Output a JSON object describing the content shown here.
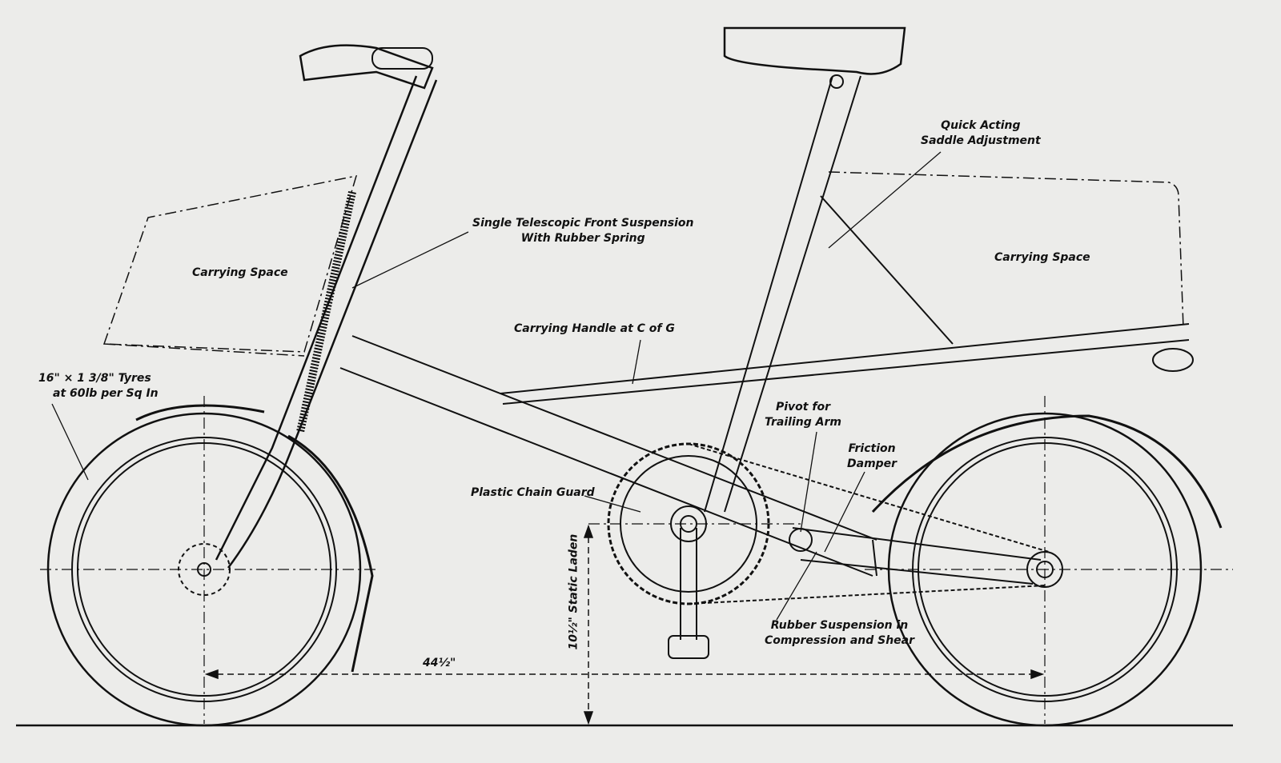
{
  "labels": {
    "saddle_adjust": [
      "Quick Acting",
      "Saddle Adjustment"
    ],
    "front_suspension": [
      "Single Telescopic Front Suspension",
      "With Rubber Spring"
    ],
    "carrying_space_front": "Carrying Space",
    "carrying_space_rear": "Carrying Space",
    "carrying_handle": "Carrying Handle at C of G",
    "tyres": [
      "16\" × 1 3/8\" Tyres",
      "at 60lb per Sq In"
    ],
    "pivot": [
      "Pivot for",
      "Trailing Arm"
    ],
    "damper": [
      "Friction",
      "Damper"
    ],
    "chain_guard": "Plastic Chain Guard",
    "rubber_suspension": [
      "Rubber Suspension in",
      "Compression and Shear"
    ],
    "height_dim": "10½\" Static Laden",
    "wheelbase_dim": "44½\""
  }
}
